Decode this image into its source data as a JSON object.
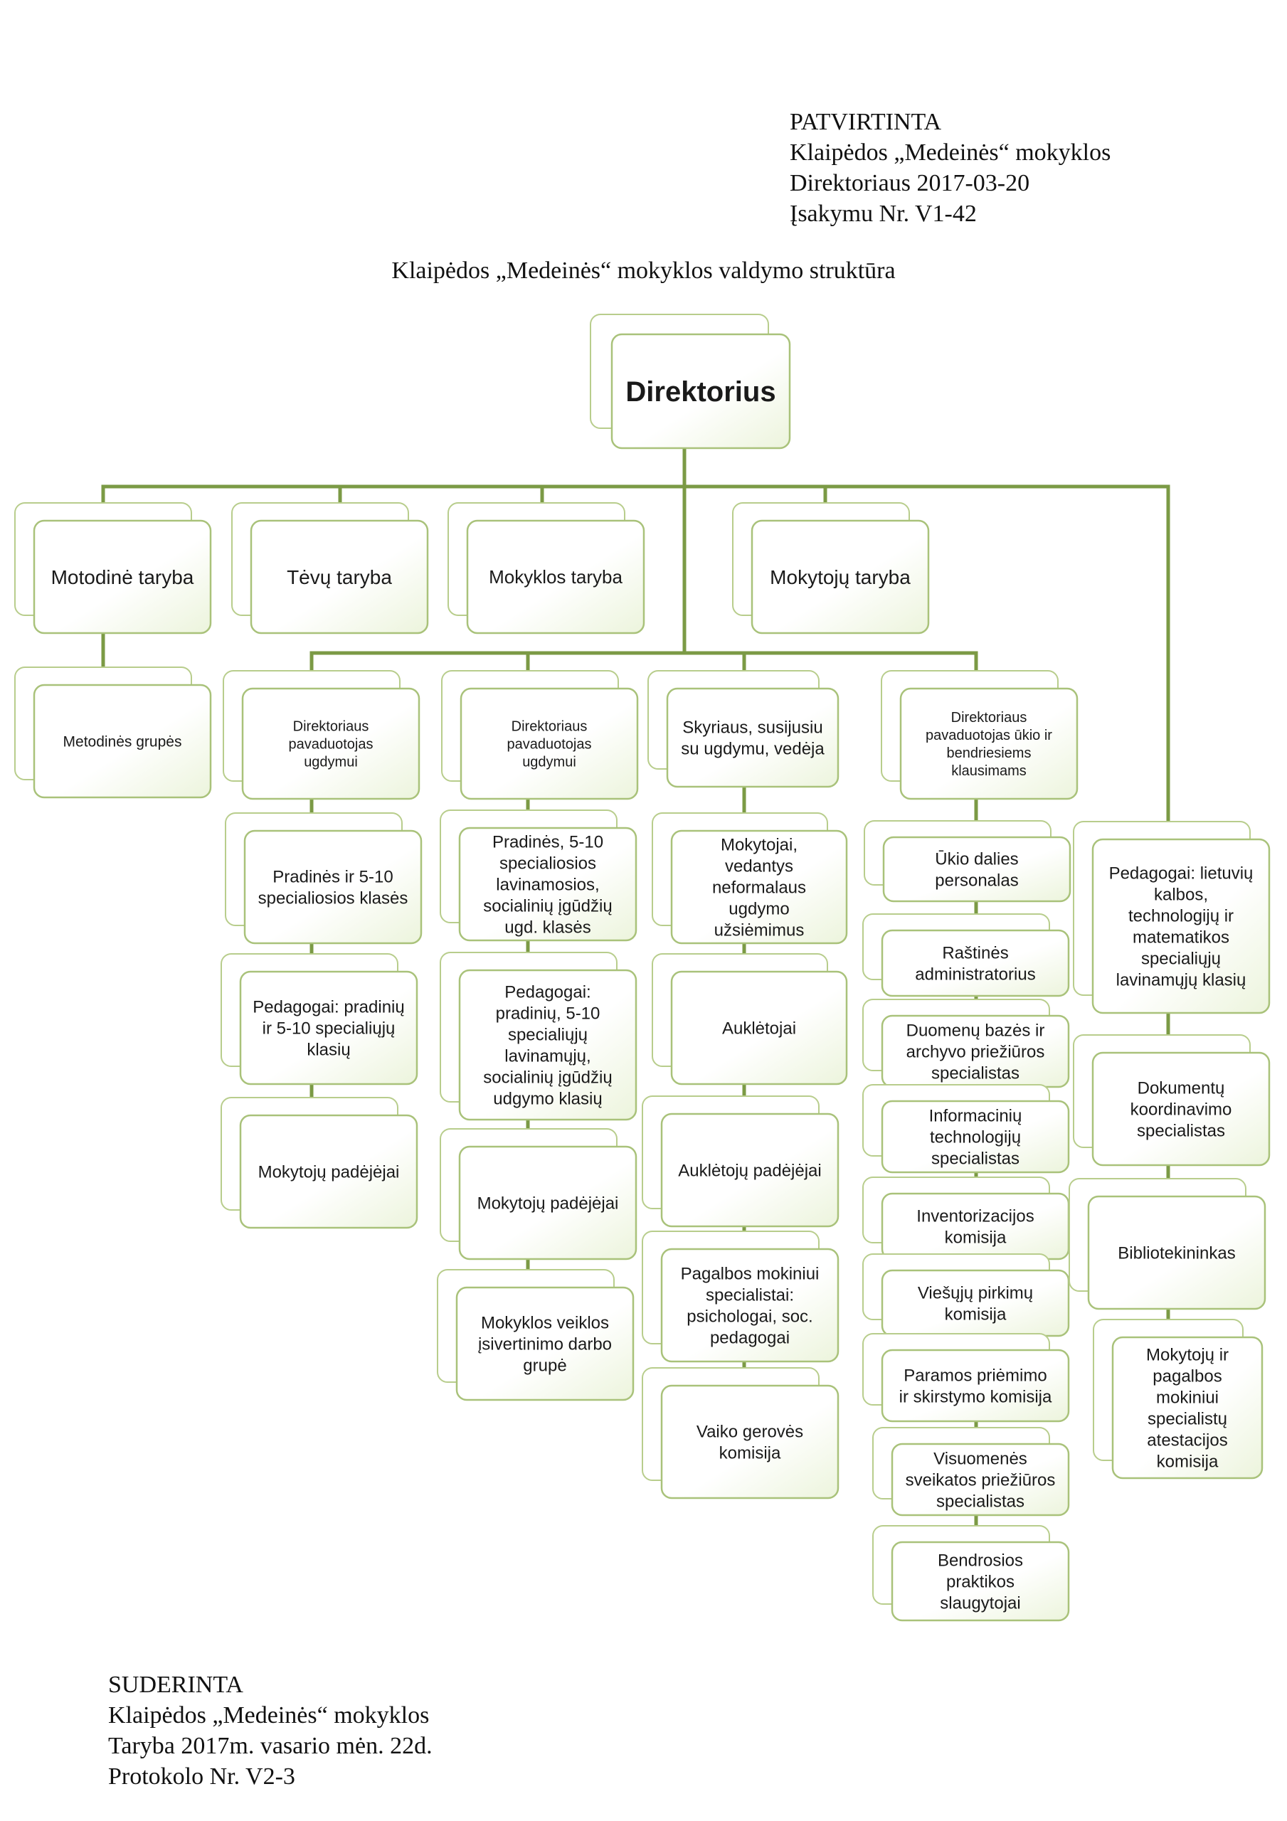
{
  "header": {
    "approved": [
      "PATVIRTINTA",
      "Klaipėdos „Medeinės“ mokyklos",
      "Direktoriaus 2017-03-20",
      "Įsakymu Nr. V1-42"
    ],
    "title": "Klaipėdos „Medeinės“ mokyklos valdymo struktūra"
  },
  "footer": {
    "agreed": [
      "SUDERINTA",
      "Klaipėdos „Medeinės“ mokyklos",
      "Taryba 2017m. vasario mėn. 22d.",
      "Protokolo Nr. V2-3"
    ]
  },
  "diagram": {
    "nodes": [
      {
        "id": "director",
        "lines": [
          "Direktorius"
        ]
      },
      {
        "id": "methodical-council",
        "lines": [
          "Motodinė taryba"
        ]
      },
      {
        "id": "parents-council",
        "lines": [
          "Tėvų taryba"
        ]
      },
      {
        "id": "school-council",
        "lines": [
          "Mokyklos taryba"
        ]
      },
      {
        "id": "teachers-council",
        "lines": [
          "Mokytojų taryba"
        ]
      },
      {
        "id": "methodical-groups",
        "lines": [
          "Metodinės grupės"
        ]
      },
      {
        "id": "deputy-1",
        "lines": [
          "Direktoriaus",
          "pavaduotojas",
          "ugdymui"
        ]
      },
      {
        "id": "deputy-1-classes",
        "lines": [
          "Pradinės ir 5-10",
          "specialiosios klasės"
        ]
      },
      {
        "id": "deputy-1-teachers",
        "lines": [
          "Pedagogai: pradinių",
          "ir 5-10 specialiųjų",
          "klasių"
        ]
      },
      {
        "id": "deputy-1-assistants",
        "lines": [
          "Mokytojų padėjėjai"
        ]
      },
      {
        "id": "deputy-2",
        "lines": [
          "Direktoriaus",
          "pavaduotojas",
          "ugdymui"
        ]
      },
      {
        "id": "deputy-2-classes",
        "lines": [
          "Pradinės, 5-10",
          "specialiosios",
          "lavinamosios,",
          "socialinių įgūdžių",
          "ugd. klasės"
        ]
      },
      {
        "id": "deputy-2-teachers",
        "lines": [
          "Pedagogai:",
          "pradinių, 5-10",
          "specialiųjų",
          "lavinamųjų,",
          "socialinių įgūdžių",
          "udgymo  klasių"
        ]
      },
      {
        "id": "deputy-2-assistants",
        "lines": [
          "Mokytojų padėjėjai"
        ]
      },
      {
        "id": "deputy-2-selfeval",
        "lines": [
          "Mokyklos veiklos",
          "įsivertinimo darbo",
          "grupė"
        ]
      },
      {
        "id": "dept-head",
        "lines": [
          "Skyriaus, susijusiu",
          "su ugdymu, vedėja"
        ]
      },
      {
        "id": "dept-nonformal",
        "lines": [
          "Mokytojai,",
          "vedantys",
          "neformalaus",
          "ugdymo",
          "užsiėmimus"
        ]
      },
      {
        "id": "dept-educators",
        "lines": [
          "Auklėtojai"
        ]
      },
      {
        "id": "dept-educator-assistants",
        "lines": [
          "Auklėtojų padėjėjai"
        ]
      },
      {
        "id": "dept-support",
        "lines": [
          "Pagalbos mokiniui",
          "specialistai:",
          "psichologai, soc.",
          "pedagogai"
        ]
      },
      {
        "id": "dept-welfare",
        "lines": [
          "Vaiko gerovės",
          "komisija"
        ]
      },
      {
        "id": "deputy-econ",
        "lines": [
          "Direktoriaus",
          "pavaduotojas ūkio ir",
          "bendriesiems",
          "klausimams"
        ]
      },
      {
        "id": "econ-staff",
        "lines": [
          "Ūkio dalies",
          "personalas"
        ]
      },
      {
        "id": "econ-office",
        "lines": [
          "Raštinės",
          "administratorius"
        ]
      },
      {
        "id": "econ-database",
        "lines": [
          "Duomenų bazės ir",
          "archyvo priežiūros",
          "specialistas"
        ]
      },
      {
        "id": "econ-it",
        "lines": [
          "Informacinių",
          "technologijų",
          "specialistas"
        ]
      },
      {
        "id": "econ-inventory",
        "lines": [
          "Inventorizacijos",
          "komisija"
        ]
      },
      {
        "id": "econ-procurement",
        "lines": [
          "Viešųjų pirkimų",
          "komisija"
        ]
      },
      {
        "id": "econ-sponsorship",
        "lines": [
          "Paramos priėmimo",
          "ir skirstymo komisija"
        ]
      },
      {
        "id": "econ-health",
        "lines": [
          "Visuomenės",
          "sveikatos priežiūros",
          "specialistas"
        ]
      },
      {
        "id": "econ-nurses",
        "lines": [
          "Bendrosios",
          "praktikos",
          "slaugytojai"
        ]
      },
      {
        "id": "teachers-lt",
        "lines": [
          "Pedagogai: lietuvių",
          "kalbos,",
          "technologijų ir",
          "matematikos",
          "specialiųjų",
          "lavinamųjų klasių"
        ]
      },
      {
        "id": "doc-coordinator",
        "lines": [
          "Dokumentų",
          "koordinavimo",
          "specialistas"
        ]
      },
      {
        "id": "librarian",
        "lines": [
          "Bibliotekininkas"
        ]
      },
      {
        "id": "attestation",
        "lines": [
          "Mokytojų ir",
          "pagalbos",
          "mokiniui",
          "specialistų",
          "atestacijos",
          "komisija"
        ]
      }
    ]
  }
}
